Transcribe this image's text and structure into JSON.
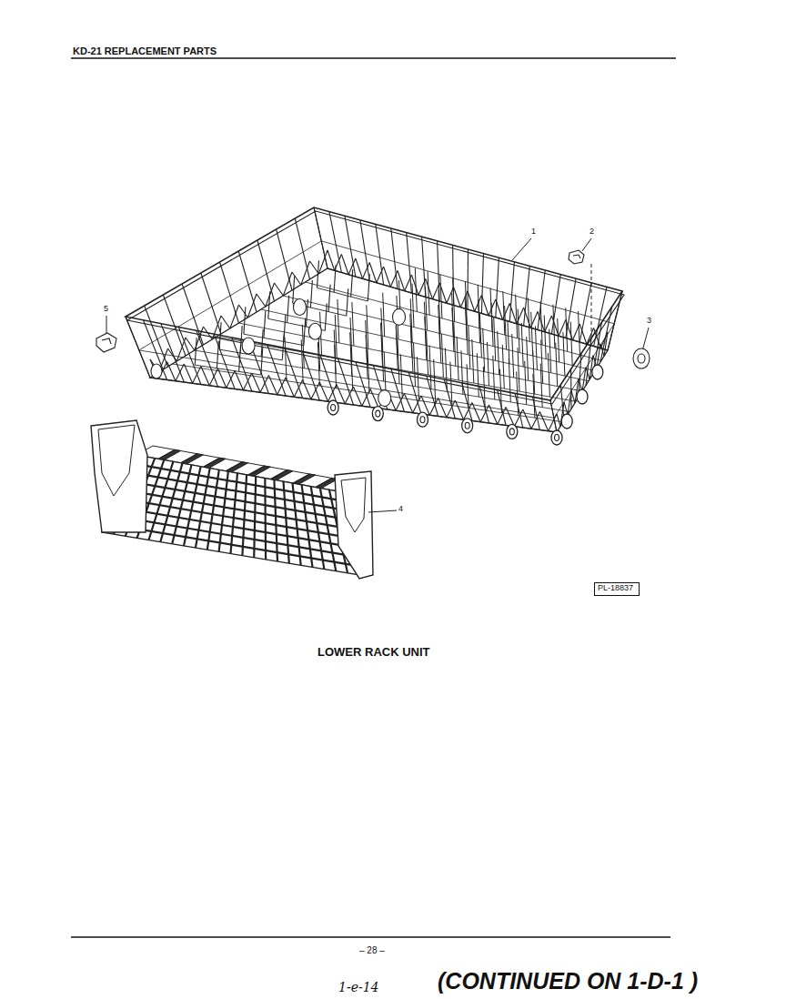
{
  "diagram": {
    "title": "KD-21 REPLACEMENT PARTS",
    "caption": "LOWER RACK UNIT",
    "nodes": [
      {
        "text": [
          "PL-18837"
        ]
      }
    ],
    "labels": [
      "1",
      "2",
      "3",
      "4",
      "5",
      "– 28 –",
      "1-e-14",
      "(CONTINUED ON 1-D-1 )"
    ]
  }
}
